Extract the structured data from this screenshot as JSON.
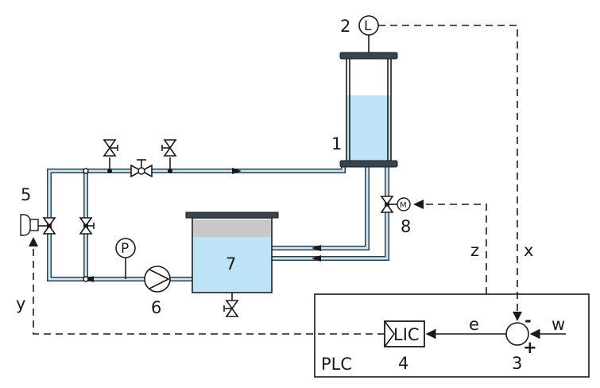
{
  "labels": {
    "tank": "1",
    "level_sensor_num": "2",
    "level_sensor_symbol": "L",
    "comparator": "3",
    "controller": "4",
    "control_valve": "5",
    "pump": "6",
    "reservoir": "7",
    "motor_valve": "8",
    "pressure_gauge": "P",
    "motor_symbol": "M",
    "controller_tag": "LIC",
    "plc": "PLC",
    "signal_x": "x",
    "signal_y": "y",
    "signal_z": "z",
    "signal_e": "e",
    "signal_w": "w",
    "minus": "-",
    "plus": "+"
  },
  "colors": {
    "water": "#bfe3f6",
    "pipe_edge": "#2d3e4f",
    "pipe_fill": "#cfe6f5",
    "air": "#c8c8c8"
  }
}
